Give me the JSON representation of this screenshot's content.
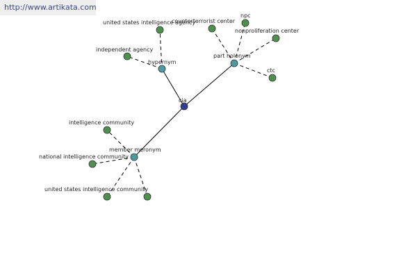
{
  "banner": {
    "url_text": "http://www.artikata.com"
  },
  "colors": {
    "root_node": "#2f3f8f",
    "relation_node": "#4f9aa0",
    "leaf_node": "#4f8f4f",
    "edge": "#000000"
  },
  "graph": {
    "root": {
      "id": "cia",
      "label": "cia"
    },
    "relations": [
      {
        "id": "hypernym",
        "label": "hypernym",
        "leaves": [
          {
            "id": "united-states-intelligence-agency",
            "label": "united states intelligence agency"
          },
          {
            "id": "independent-agency",
            "label": "independent agency"
          }
        ]
      },
      {
        "id": "part-holonym",
        "label": "part holonym",
        "leaves": [
          {
            "id": "counterterrorist-center",
            "label": "counterterrorist center"
          },
          {
            "id": "npc",
            "label": "npc"
          },
          {
            "id": "nonproliferation-center",
            "label": "nonproliferation center"
          },
          {
            "id": "ctc",
            "label": "ctc"
          }
        ]
      },
      {
        "id": "member-meronym",
        "label": "member meronym",
        "leaves": [
          {
            "id": "intelligence-community",
            "label": "intelligence community"
          },
          {
            "id": "national-intelligence-community",
            "label": "national intelligence community"
          },
          {
            "id": "united-states-intelligence-community",
            "label": "united states intelligence community"
          },
          {
            "id": "unlabeled-leaf",
            "label": ""
          }
        ]
      }
    ]
  }
}
